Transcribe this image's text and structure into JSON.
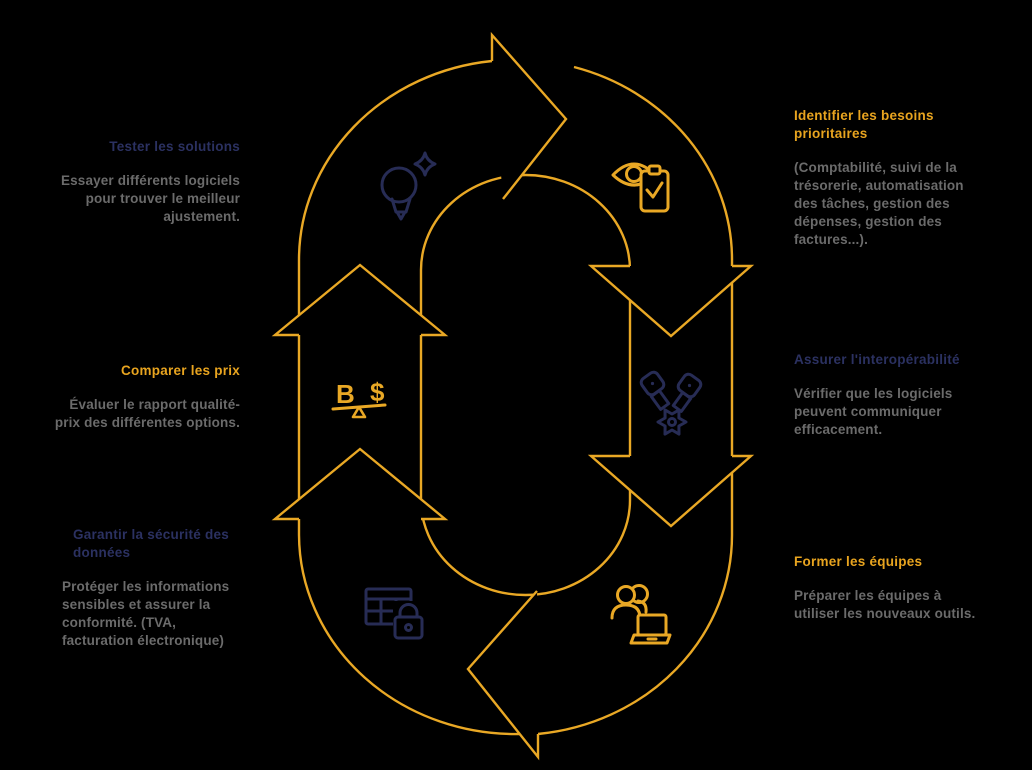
{
  "colors": {
    "gold": "#E9A825",
    "navy": "#272C55",
    "heading_gold": "#E8A41F",
    "heading_navy": "#2B3161",
    "body_gray": "#6B6B6B",
    "background": "#000000"
  },
  "diagram": {
    "type": "cycle",
    "direction": "clockwise",
    "icons": [
      "lightbulb-sparkle-icon",
      "eye-checklist-icon",
      "price-balance-icon",
      "keys-gear-icon",
      "secure-table-lock-icon",
      "team-training-icon"
    ]
  },
  "steps": {
    "test": {
      "title": "Tester les solutions",
      "body": "Essayer différents logiciels\npour trouver le meilleur\najustement.",
      "icon": "lightbulb-sparkle-icon"
    },
    "identify": {
      "title": "Identifier les besoins\nprioritaires",
      "body": "(Comptabilité, suivi de la\ntrésorerie, automatisation\ndes tâches, gestion des\ndépenses, gestion des\nfactures...).",
      "icon": "eye-checklist-icon"
    },
    "compare": {
      "title": "Comparer les prix",
      "body": "Évaluer le rapport qualité-\nprix des différentes options.",
      "icon": "price-balance-icon"
    },
    "interop": {
      "title": "Assurer l'interopérabilité",
      "body": "Vérifier que les logiciels\npeuvent communiquer\nefficacement.",
      "icon": "keys-gear-icon"
    },
    "secure": {
      "title": "Garantir la sécurité des\ndonnées",
      "body": "Protéger les informations\nsensibles et assurer la\nconformité. (TVA,\nfacturation électronique)",
      "icon": "secure-table-lock-icon"
    },
    "train": {
      "title": "Former les équipes",
      "body": "Préparer les équipes à\nutiliser les nouveaux outils.",
      "icon": "team-training-icon"
    }
  },
  "balance_icon_labels": {
    "left": "B",
    "right": "$"
  }
}
